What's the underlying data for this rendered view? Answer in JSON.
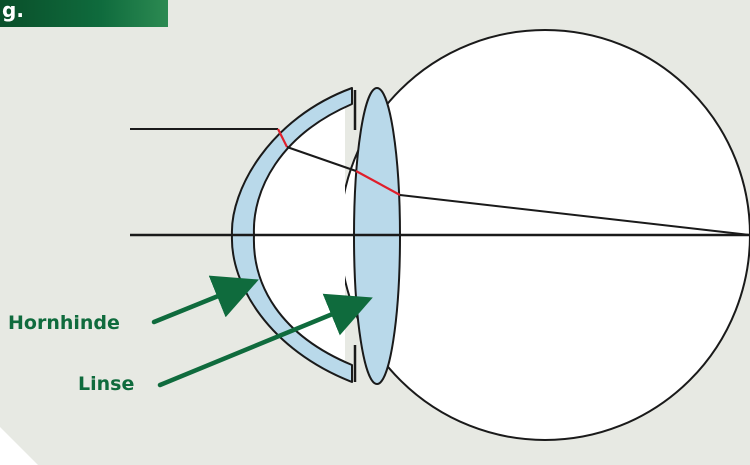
{
  "header": {
    "tab_text": "g."
  },
  "labels": {
    "cornea": "Hornhinde",
    "lens": "Linse"
  },
  "colors": {
    "background": "#e7e9e3",
    "tissue_fill": "#b9d9ea",
    "outline": "#1a1a1a",
    "ray_highlight": "#e01e2b",
    "label_green": "#0f6b3d",
    "header_green": "#0c5a2f"
  }
}
